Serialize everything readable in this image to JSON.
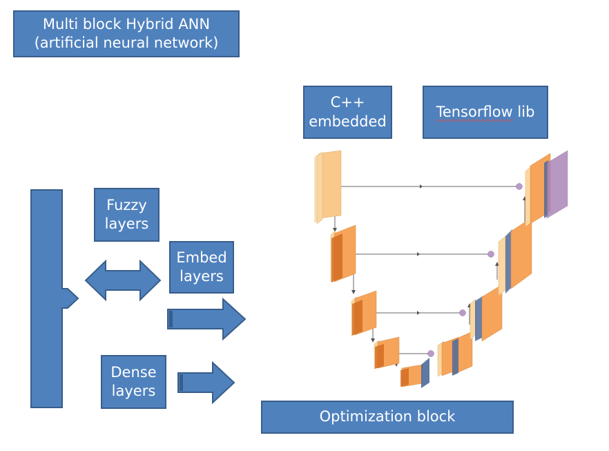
{
  "title_box": {
    "line1": "Multi block Hybrid ANN",
    "line2": "(artificial neural network)"
  },
  "cpp_box": {
    "line1": "C++",
    "line2": "embedded"
  },
  "tf_box": {
    "word": "Tensorflow",
    "rest": " lib"
  },
  "fuzzy_box": {
    "line1": "Fuzzy",
    "line2": "layers"
  },
  "embed_box": {
    "line1": "Embed",
    "line2": "layers"
  },
  "dense_box": {
    "line1": "Dense",
    "line2": "layers"
  },
  "optimization_box": {
    "label": "Optimization block"
  },
  "colors": {
    "box_fill": "#4f81bd",
    "box_border": "#385d8a",
    "layer_light": "#fad7a0",
    "layer_orange": "#f5a45a",
    "layer_dark": "#d2691e",
    "layer_blue": "#4f6a9a",
    "output_purple": "#a57fb5"
  }
}
